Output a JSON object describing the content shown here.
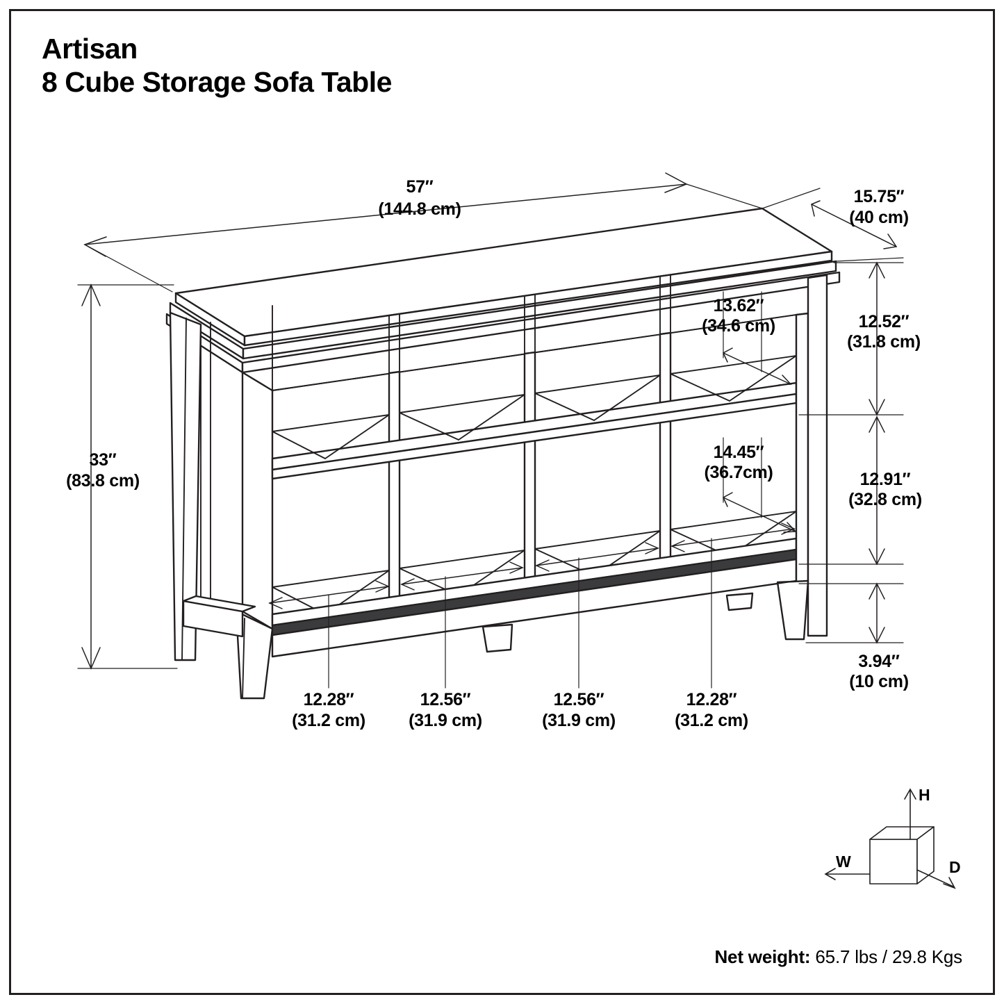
{
  "page": {
    "title_line1": "Artisan",
    "title_line2": "8 Cube Storage Sofa Table"
  },
  "dimensions": {
    "width": {
      "label": "width-dimension",
      "imperial": "57″",
      "metric": "(144.8 cm)"
    },
    "depth": {
      "label": "depth-dimension",
      "imperial": "15.75″",
      "metric": "(40 cm)"
    },
    "height": {
      "label": "total-height-dimension",
      "imperial": "33″",
      "metric": "(83.8 cm)"
    },
    "upper_cube_depth": {
      "imperial": "13.62″",
      "metric": "(34.6 cm)"
    },
    "upper_cube_height": {
      "imperial": "12.52″",
      "metric": "(31.8 cm)"
    },
    "lower_cube_depth": {
      "imperial": "14.45″",
      "metric": "(36.7cm)"
    },
    "lower_cube_height": {
      "imperial": "12.91″",
      "metric": "(32.8 cm)"
    },
    "leg_clearance": {
      "imperial": "3.94″",
      "metric": "(10 cm)"
    },
    "cube_widths": [
      {
        "imperial": "12.28″",
        "metric": "(31.2 cm)"
      },
      {
        "imperial": "12.56″",
        "metric": "(31.9 cm)"
      },
      {
        "imperial": "12.56″",
        "metric": "(31.9 cm)"
      },
      {
        "imperial": "12.28″",
        "metric": "(31.2 cm)"
      }
    ]
  },
  "legend": {
    "width_axis": "W",
    "depth_axis": "D",
    "height_axis": "H"
  },
  "footer": {
    "weight_label": "Net weight:",
    "weight_value": "65.7 lbs / 29.8 Kgs"
  },
  "colors": {
    "line": "#231f20",
    "background": "#ffffff",
    "text": "#000000"
  }
}
